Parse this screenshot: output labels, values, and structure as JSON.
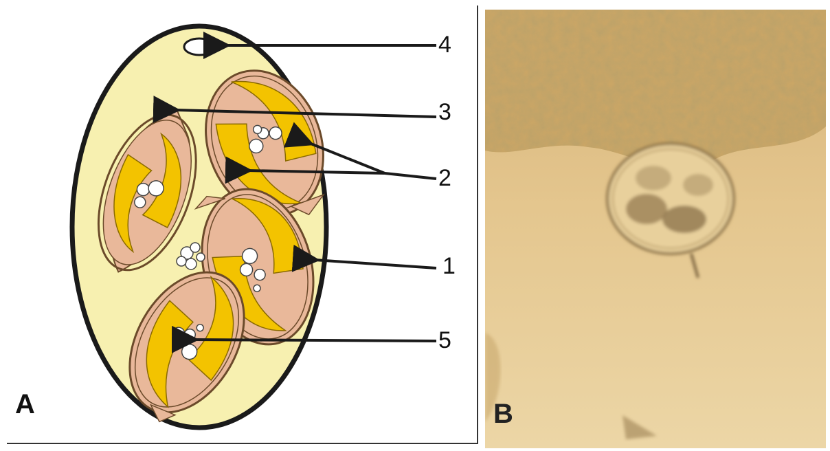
{
  "panels": {
    "a_letter": "A",
    "b_letter": "B"
  },
  "callouts": [
    {
      "id": "label-1",
      "text": "1"
    },
    {
      "id": "label-2",
      "text": "2"
    },
    {
      "id": "label-3",
      "text": "3"
    },
    {
      "id": "label-4",
      "text": "4"
    },
    {
      "id": "label-5",
      "text": "5"
    }
  ],
  "colors": {
    "oocyst_fill": "#f7f0b0",
    "sporocyst_wall": "#e9b89a",
    "sporozoite": "#f3c300",
    "outline": "#1a1a1a",
    "micrograph_bg": "#e2c488"
  }
}
